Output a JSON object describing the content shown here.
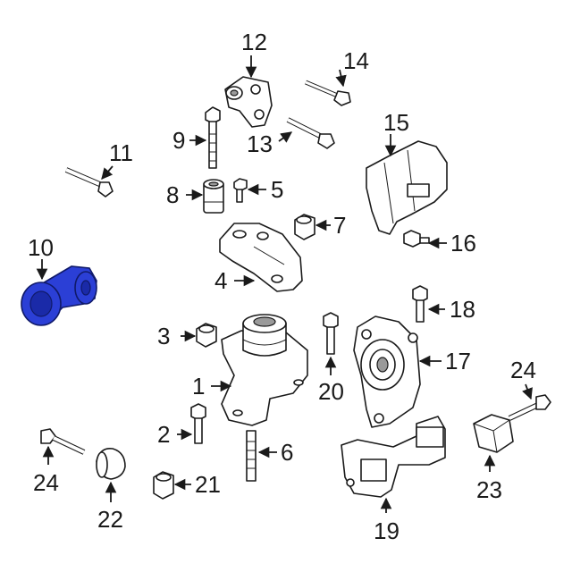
{
  "diagram": {
    "highlight_color": "#2b3fd6",
    "highlighted_part": "10",
    "callouts": {
      "c1": "1",
      "c2": "2",
      "c3": "3",
      "c4": "4",
      "c5": "5",
      "c6": "6",
      "c7": "7",
      "c8": "8",
      "c9": "9",
      "c10": "10",
      "c11": "11",
      "c12": "12",
      "c13": "13",
      "c14": "14",
      "c15": "15",
      "c16": "16",
      "c17": "17",
      "c18": "18",
      "c19": "19",
      "c20": "20",
      "c21": "21",
      "c22": "22",
      "c23": "23",
      "c24a": "24",
      "c24b": "24"
    }
  }
}
